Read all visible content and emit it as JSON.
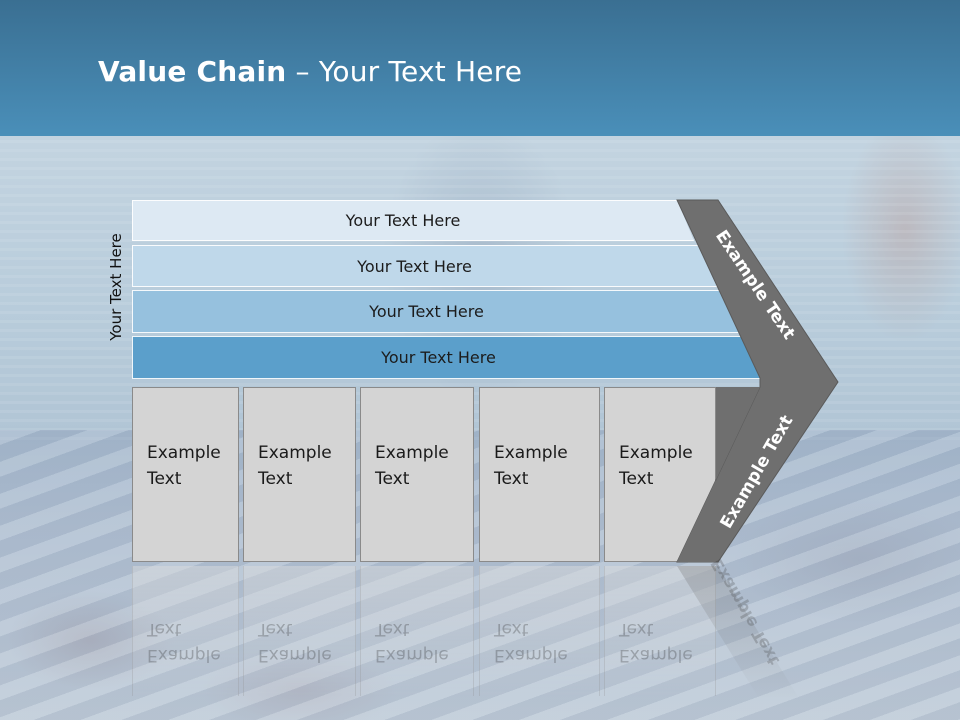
{
  "slide": {
    "title_bold": "Value Chain",
    "title_rest": " – Your Text Here",
    "side_label": "Your Text Here"
  },
  "bands": [
    {
      "label": "Your Text Here"
    },
    {
      "label": "Your Text Here"
    },
    {
      "label": "Your Text Here"
    },
    {
      "label": "Your Text Here"
    }
  ],
  "boxes": [
    {
      "label": "Example\nText"
    },
    {
      "label": "Example\nText"
    },
    {
      "label": "Example\nText"
    },
    {
      "label": "Example\nText"
    },
    {
      "label": "Example\nText"
    }
  ],
  "arrow": {
    "top_label": "Example Text",
    "bottom_label": "Example Text"
  },
  "colors": {
    "header": "#4a8fb9",
    "band_1": "#dde9f3",
    "band_2": "#bfd8ea",
    "band_3": "#96c1de",
    "band_4": "#5b9fcb",
    "arrow": "#6f6f6f",
    "box": "#d4d4d4"
  }
}
